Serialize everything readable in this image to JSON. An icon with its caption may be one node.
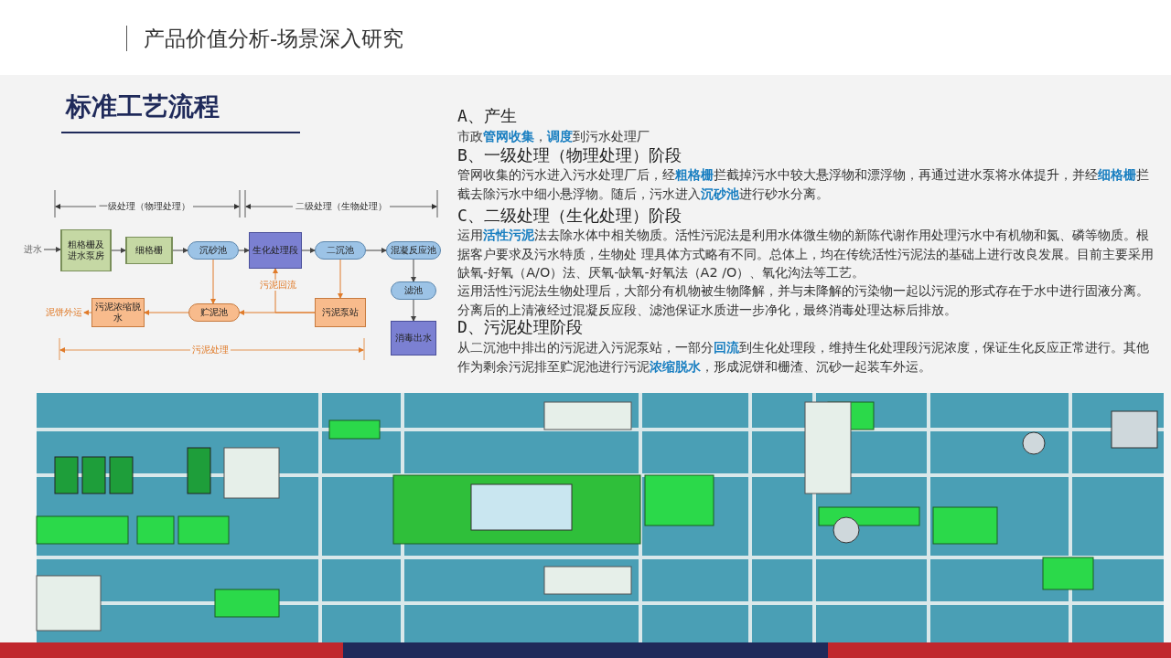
{
  "diagram": {
    "title": "产品价值分析-场景深入研究",
    "nodes": [
      {
        "text": [
          "进水"
        ]
      },
      {
        "text": [
          "粗格栅及进水泵房"
        ]
      },
      {
        "text": [
          "细格栅"
        ]
      },
      {
        "text": [
          "沉砂池"
        ]
      },
      {
        "text": [
          "生化处理段"
        ]
      },
      {
        "text": [
          "二沉池"
        ]
      },
      {
        "text": [
          "混凝反应池"
        ]
      },
      {
        "text": [
          "滤池"
        ]
      },
      {
        "text": [
          "消毒出水"
        ]
      },
      {
        "text": [
          "污泥泵站"
        ]
      },
      {
        "text": [
          "贮泥池"
        ]
      },
      {
        "text": [
          "污泥浓缩脱水"
        ]
      },
      {
        "text": [
          "泥饼外运"
        ]
      }
    ],
    "edges": [
      {
        "from": 0,
        "to": 1,
        "arrow": "to"
      },
      {
        "from": 1,
        "to": 2,
        "arrow": "to"
      },
      {
        "from": 2,
        "to": 3,
        "arrow": "to"
      },
      {
        "from": 3,
        "to": 4,
        "arrow": "to"
      },
      {
        "from": 4,
        "to": 5,
        "arrow": "to"
      },
      {
        "from": 5,
        "to": 6,
        "arrow": "to"
      },
      {
        "from": 6,
        "to": 7,
        "arrow": "to"
      },
      {
        "from": 7,
        "to": 8,
        "arrow": "to"
      },
      {
        "from": 3,
        "to": 10,
        "arrow": "to",
        "color": "#e07b2a"
      },
      {
        "from": 5,
        "to": 9,
        "arrow": "to",
        "color": "#e07b2a"
      },
      {
        "from": 9,
        "to": 10,
        "arrow": "to",
        "color": "#e07b2a"
      },
      {
        "from": 9,
        "to": 4,
        "arrow": "to",
        "label": "污泥回流",
        "color": "#e07b2a"
      },
      {
        "from": 10,
        "to": 11,
        "arrow": "to",
        "color": "#e07b2a"
      },
      {
        "from": 11,
        "to": 12,
        "arrow": "to",
        "color": "#e07b2a"
      }
    ],
    "labels": [
      "标准工艺流程",
      "一级处理（物理处理）",
      "二级处理（生物处理）",
      "污泥处理",
      "A、产生",
      "市政**管网收集**，**调度**到污水处理厂",
      "B、一级处理（物理处理）阶段",
      "管网收集的污水进入污水处理厂后，经**粗格栅**拦截掉污水中较大悬浮物和漂浮物，再通过进水泵将水体提升，并经**细格栅**拦截去除污水中细小悬浮物。随后，污水进入**沉砂池**进行砂水分离。",
      "C、二级处理（生化处理）阶段",
      "运用**活性污泥**法去除水体中相关物质。活性污泥法是利用水体微生物的新陈代谢作用处理污水中有机物和氮、磷等物质。根据客户要求及污水特质，生物处 理具体方式略有不同。总体上，均在传统活性污泥法的基础上进行改良发展。目前主要采用缺氧-好氧（A/O）法、厌氧-缺氧-好氧法（A2 /O）、氧化沟法等工艺。",
      "运用活性污泥法生物处理后，大部分有机物被生物降解，并与未降解的污染物一起以污泥的形式存在于水中进行固液分离。分离后的上清液经过混凝反应段、滤池保证水质进一步净化，最终消毒处理达标后排放。",
      "D、污泥处理阶段",
      "从二沉池中排出的污泥进入污泥泵站，一部分**回流**到生化处理段，维持生化处理段污泥浓度，保证生化反应正常进行。其他作为剩余污泥排至贮泥池进行污泥**浓缩脱水**，形成泥饼和栅渣、沉砂一起装车外运。"
    ]
  }
}
